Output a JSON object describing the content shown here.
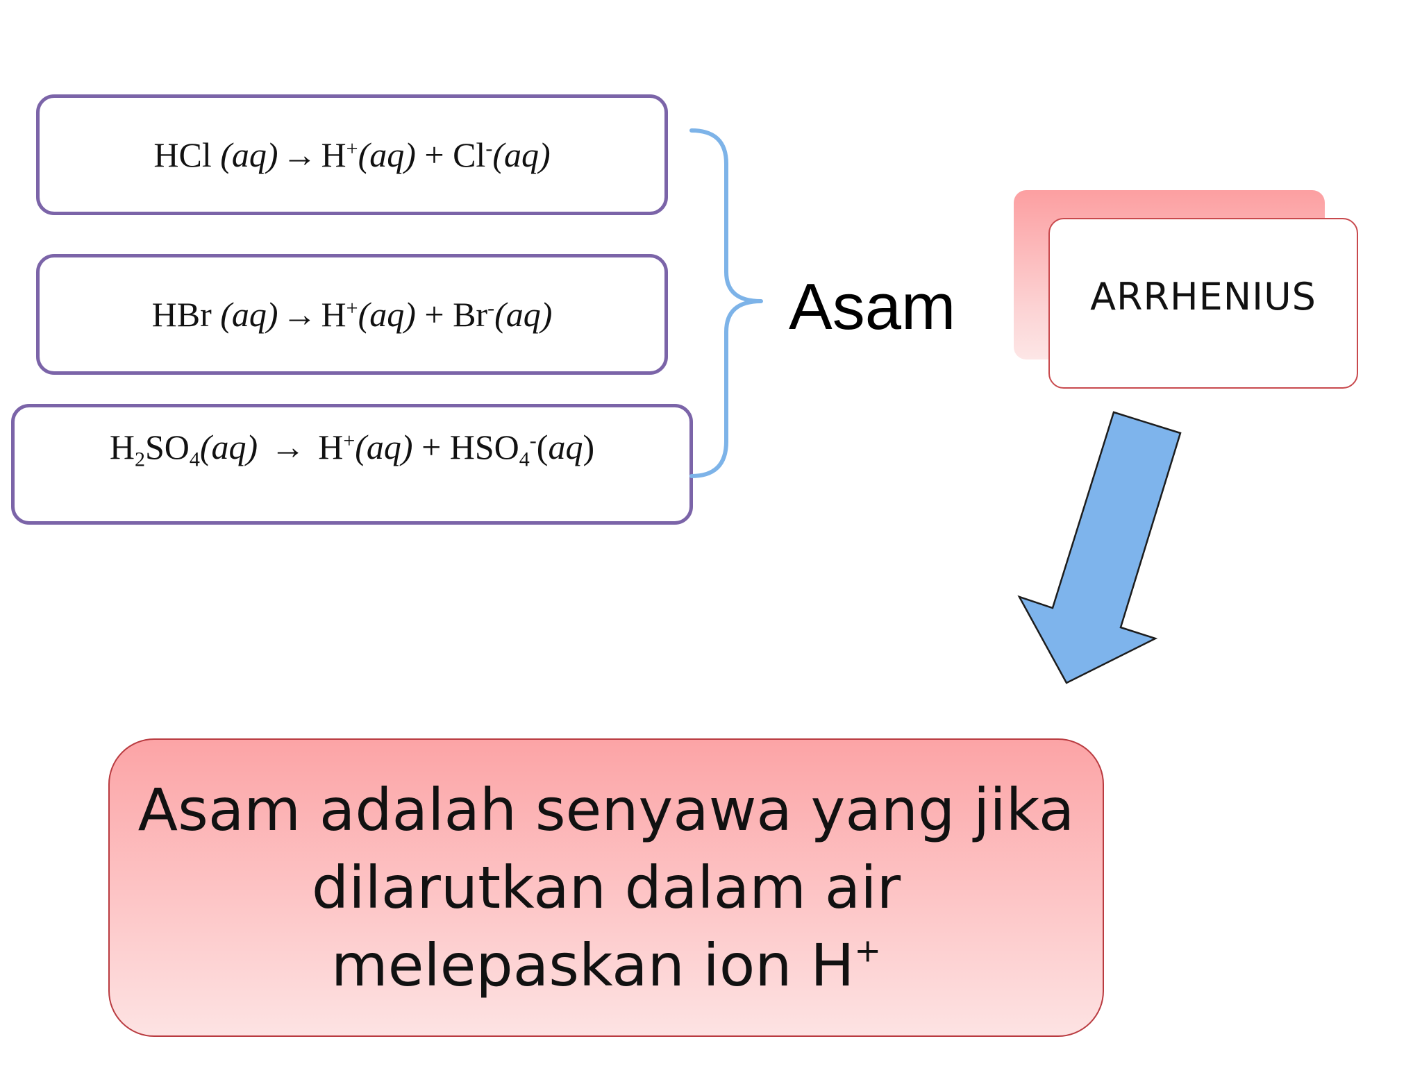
{
  "equations": [
    {
      "reactant": "HCl",
      "reactant_state": "(aq)",
      "arrow": "→",
      "product1": "H",
      "product1_charge": "+",
      "product1_state": "(aq)",
      "plus": "+",
      "product2": "Cl",
      "product2_charge": "-",
      "product2_state": "(aq)"
    },
    {
      "reactant": "HBr",
      "reactant_state": "(aq)",
      "arrow": "→",
      "product1": "H",
      "product1_charge": "+",
      "product1_state": "(aq)",
      "plus": "+",
      "product2": "Br",
      "product2_charge": "-",
      "product2_state": "(aq)"
    },
    {
      "reactant_part1": "H",
      "reactant_sub1": "2",
      "reactant_part2": "SO",
      "reactant_sub2": "4",
      "reactant_state": "(aq)",
      "arrow": "→",
      "product1": "H",
      "product1_charge": "+",
      "product1_state": "(aq)",
      "plus": "+",
      "product2_part1": "HSO",
      "product2_sub": "4",
      "product2_charge": "-",
      "product2_state_open": "(",
      "product2_state_italic": "aq",
      "product2_state_close": ")"
    }
  ],
  "group_label": "Asam",
  "concept_card": {
    "label": "ARRHENIUS"
  },
  "definition": {
    "text": "Asam adalah senyawa yang jika dilarutkan dalam air melepaskan ion H",
    "superscript": "+"
  },
  "colors": {
    "equation_border": "#7b64a8",
    "brace": "#7db3e8",
    "arrow_fill": "#7eb4ec",
    "card_border": "#c8494d",
    "definition_gradient_top": "#fca4a6",
    "definition_gradient_bottom": "#fde3e3"
  },
  "icons": {
    "brace": "right-curly-brace",
    "arrow": "down-left-block-arrow"
  }
}
